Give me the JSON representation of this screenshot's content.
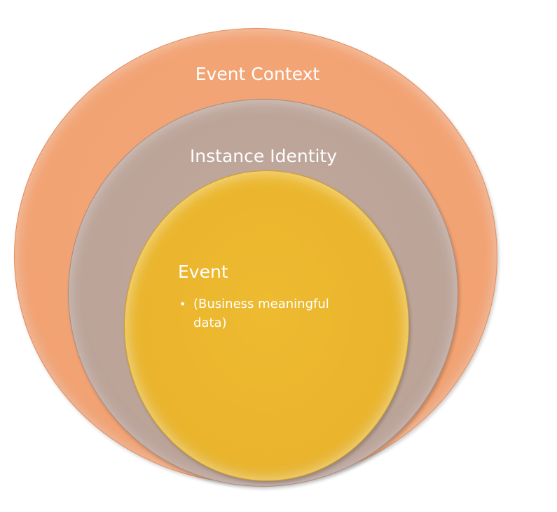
{
  "diagram": {
    "layers": [
      {
        "label": "Event Context",
        "color": "#f2a272"
      },
      {
        "label": "Instance Identity",
        "color": "#bba398"
      },
      {
        "label": "Event",
        "color": "#eab42c"
      }
    ],
    "event_bullets": [
      "(Business meaningful data)"
    ],
    "bullet_glyph": "•"
  }
}
